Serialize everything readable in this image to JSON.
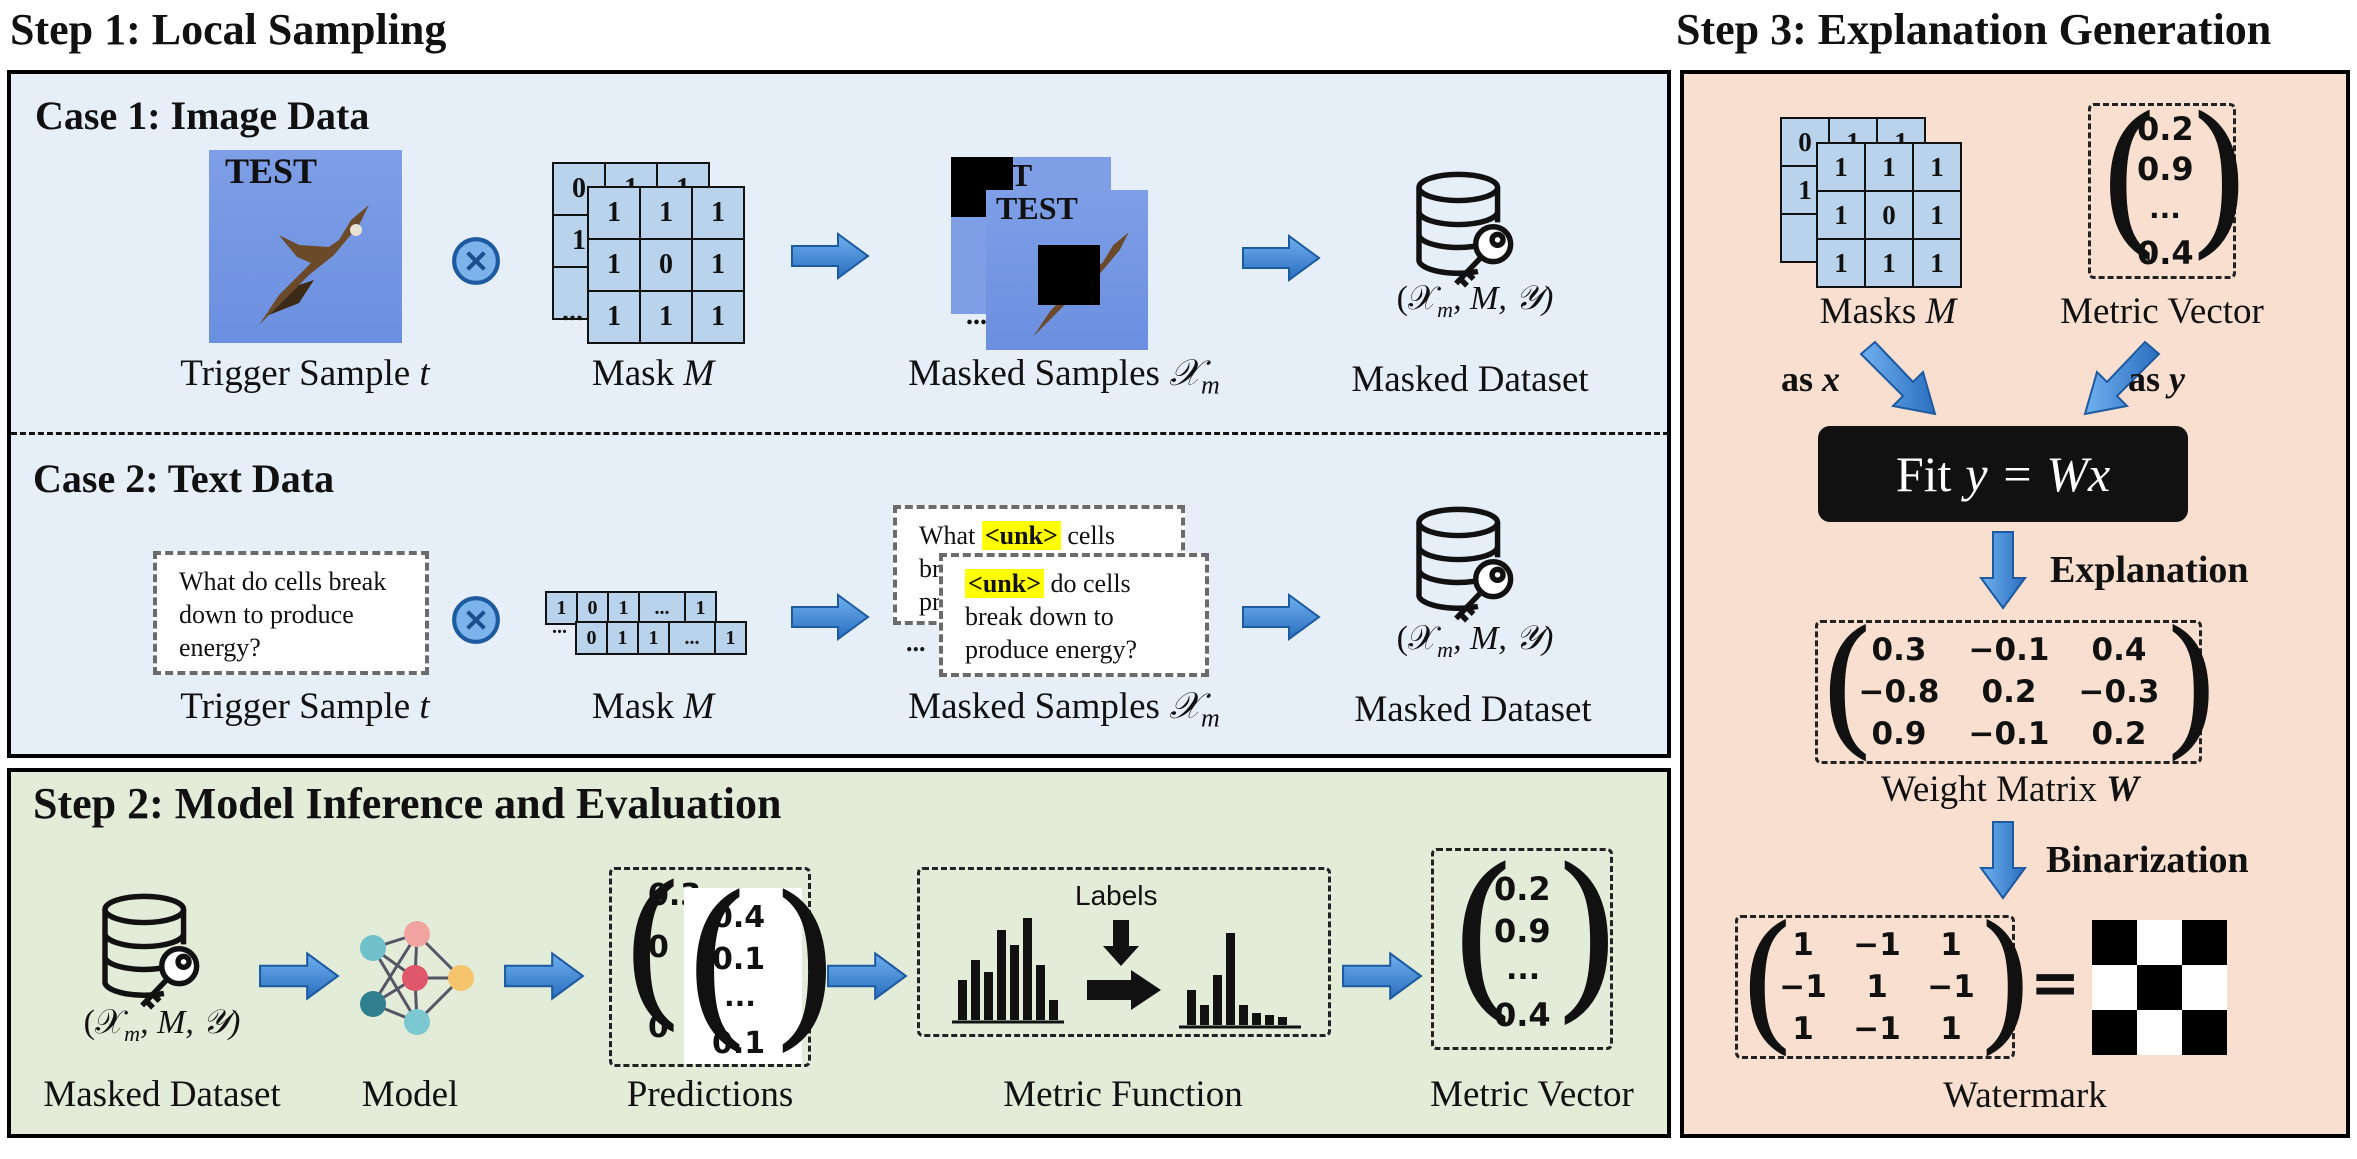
{
  "step1": {
    "title": "Step 1: Local Sampling",
    "case1": {
      "title": "Case 1: Image Data",
      "image_text": "TEST",
      "trigger_label": "Trigger Sample",
      "trigger_var": "t",
      "mask_label": "Mask",
      "mask_var": "M",
      "mask_back": [
        "0",
        "1",
        "1",
        "1",
        "1"
      ],
      "mask_front": [
        "1",
        "1",
        "1",
        "1",
        "0",
        "1",
        "1",
        "1",
        "1"
      ],
      "ellipsis": "...",
      "masked_label": "Masked Samples",
      "masked_var": "𝒳",
      "masked_sub": "m",
      "masked_img_text1": "ST",
      "masked_img_text2": "TEST",
      "dataset_label": "Masked Dataset",
      "dataset_tuple": "(𝒳",
      "dataset_tuple_sub": "m",
      "dataset_tuple_rest": ", M, 𝒴)"
    },
    "case2": {
      "title": "Case 2: Text Data",
      "trigger_text": "What do cells break down to produce energy?",
      "trigger_label": "Trigger Sample",
      "trigger_var": "t",
      "mask_label": "Mask",
      "mask_var": "M",
      "mask_back": [
        "1",
        "0",
        "1",
        "...",
        "1"
      ],
      "mask_front": [
        "0",
        "1",
        "1",
        "...",
        "1"
      ],
      "ellipsis": "...",
      "sample_back_prefix": "What",
      "sample_back_unk": "<unk>",
      "sample_back_suffix": "cells",
      "sample_back_frag1": "br",
      "sample_back_frag2": "pr",
      "sample_front_unk": "<unk>",
      "sample_front_rest1": "do cells",
      "sample_front_rest2": "break down to",
      "sample_front_rest3": "produce energy?",
      "masked_label": "Masked Samples",
      "masked_var": "𝒳",
      "masked_sub": "m",
      "dataset_label": "Masked Dataset",
      "dataset_tuple": "(𝒳",
      "dataset_tuple_sub": "m",
      "dataset_tuple_rest": ", M, 𝒴)"
    }
  },
  "step2": {
    "title": "Step 2: Model Inference and Evaluation",
    "dataset_label": "Masked Dataset",
    "dataset_tuple": "(𝒳",
    "dataset_tuple_sub": "m",
    "dataset_tuple_rest": ", M, 𝒴)",
    "model_label": "Model",
    "predictions_label": "Predictions",
    "pred_back": [
      "0.3",
      "0",
      "0"
    ],
    "pred_front": [
      "0.4",
      "0.1",
      "...",
      "0.1"
    ],
    "labels_text": "Labels",
    "metric_function_label": "Metric Function",
    "metric_vector_label": "Metric Vector",
    "metric_values": [
      "0.2",
      "0.9",
      "...",
      "0.4"
    ]
  },
  "step3": {
    "title": "Step 3: Explanation Generation",
    "masks_label": "Masks",
    "masks_var": "M",
    "mask_back": [
      "0",
      "1",
      "1",
      "1",
      "1"
    ],
    "mask_front": [
      "1",
      "1",
      "1",
      "1",
      "0",
      "1",
      "1",
      "1",
      "1"
    ],
    "metric_values": [
      "0.2",
      "0.9",
      "...",
      "0.4"
    ],
    "metric_vector_label": "Metric Vector",
    "as_x_prefix": "as",
    "as_x_var": "x",
    "as_y_prefix": "as",
    "as_y_var": "y",
    "fit_prefix": "Fit",
    "fit_eq": "y = Wx",
    "explanation_label": "Explanation",
    "weight_matrix": [
      [
        "0.3",
        "−0.1",
        "0.4"
      ],
      [
        "−0.8",
        "0.2",
        "−0.3"
      ],
      [
        "0.9",
        "−0.1",
        "0.2"
      ]
    ],
    "weight_label": "Weight Matrix",
    "weight_var": "W",
    "binarization_label": "Binarization",
    "binary_matrix": [
      [
        "1",
        "−1",
        "1"
      ],
      [
        "−1",
        "1",
        "−1"
      ],
      [
        "1",
        "−1",
        "1"
      ]
    ],
    "equals": "=",
    "watermark_label": "Watermark"
  },
  "colors": {
    "step1_bg": "#e6eff8",
    "step2_bg": "#e3ecd8",
    "step3_bg": "#f9dfd0",
    "mask_cell": "#b9d3ec",
    "arrow": "#3f88d4",
    "fit_box": "#111111",
    "unk_highlight": "#ffff00"
  }
}
